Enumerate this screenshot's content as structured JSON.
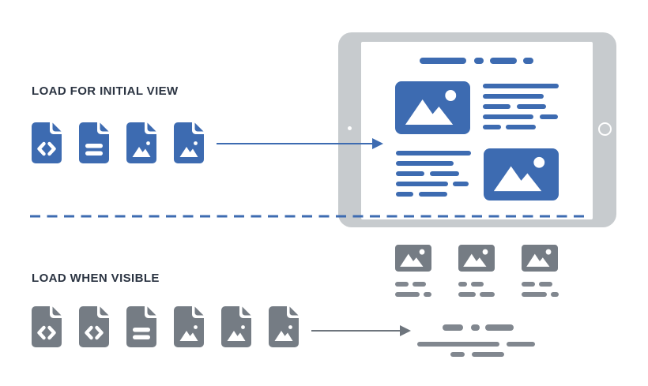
{
  "colors": {
    "blue": "#3d6bb1",
    "gray": "#757c84",
    "skeleton_gray": "#81878f",
    "arrow_gray": "#6e757d",
    "frame": "#c7cbce",
    "label_text": "#2b3442"
  },
  "above_fold": {
    "label": "LOAD FOR INITIAL VIEW",
    "files": [
      "code",
      "text",
      "image",
      "image"
    ]
  },
  "below_fold": {
    "label": "LOAD WHEN VISIBLE",
    "files": [
      "code",
      "code",
      "text",
      "image",
      "image",
      "image"
    ]
  }
}
